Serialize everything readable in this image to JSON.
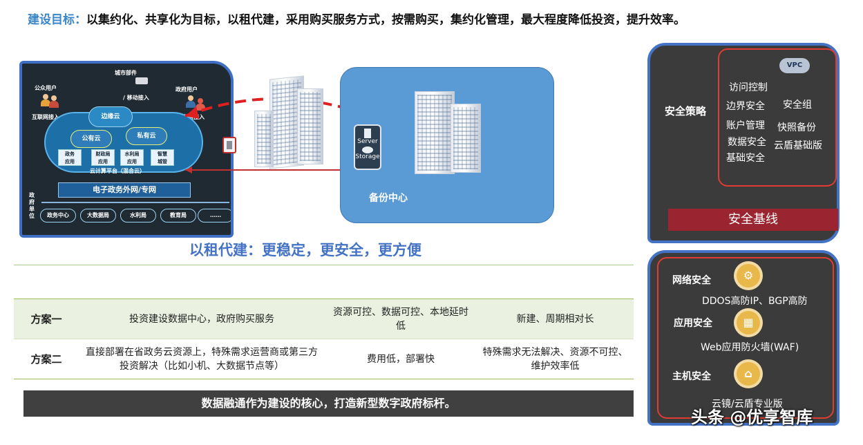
{
  "header": {
    "label": "建设目标：",
    "text": "以集约化、共享化为目标，以租代建，采用购买服务方式，按需购买，集约化管理，最大程度降低投资，提升效率。"
  },
  "architecture": {
    "city_parts": "城市部件",
    "mobile_access": "/ 移动接入",
    "public_user": "公众用户",
    "internet_access": "互联网接入",
    "gov_user": "政府用户",
    "private_access": "专网接入",
    "edge_cloud": "边缘云",
    "public_cloud": "公有云",
    "private_cloud": "私有云",
    "apps": [
      "政务\n应用",
      "财政局\n应用",
      "水利局\n应用",
      "智慧\n城管"
    ],
    "platform": "云计算平台（混合云）",
    "network": "电子政务外网/专网",
    "gov_units": "政府单位",
    "depts": [
      "政务中心",
      "大数据局",
      "水利局",
      "教育局",
      "……"
    ]
  },
  "backup": {
    "server": "Server",
    "storage": "Storage",
    "label": "备份中心"
  },
  "slogan": "以租代建：更稳定，更安全，更方便",
  "options": [
    {
      "name": "方案一",
      "desc": "投资建设数据中心，政府购买服务",
      "pros": "资源可控、数据可控、本地延时低",
      "cons": "新建、周期相对长"
    },
    {
      "name": "方案二",
      "desc": "直接部署在省政务云资源上，特殊需求运营商或第三方投资解决（比如小机、大数据节点等）",
      "pros": "费用低，部署快",
      "cons": "特殊需求无法解决、资源不可控、维护效率低"
    }
  ],
  "core_banner": "数据融通作为建设的核心，打造新型数字政府标杆。",
  "security_policy": {
    "title": "安全策略",
    "vpc": "VPC",
    "left_items": [
      "访问控制",
      "边界安全",
      "账户管理",
      "数据安全",
      "基础安全"
    ],
    "right_items": [
      "安全组",
      "快照备份",
      "云盾基础版"
    ],
    "baseline": "安全基线"
  },
  "security_services": [
    {
      "title": "网络安全",
      "detail": "DDOS高防IP、BGP高防",
      "icon": "gear-icon"
    },
    {
      "title": "应用安全",
      "detail": "Web应用防火墙(WAF)",
      "icon": "firewall-icon"
    },
    {
      "title": "主机安全",
      "detail": "云镜/云盾专业版",
      "icon": "shield-icon"
    }
  ],
  "watermark": "头条 @优享智库",
  "colors": {
    "accent": "#4472c4",
    "danger": "#e03c31",
    "baseline": "#9a2530"
  }
}
